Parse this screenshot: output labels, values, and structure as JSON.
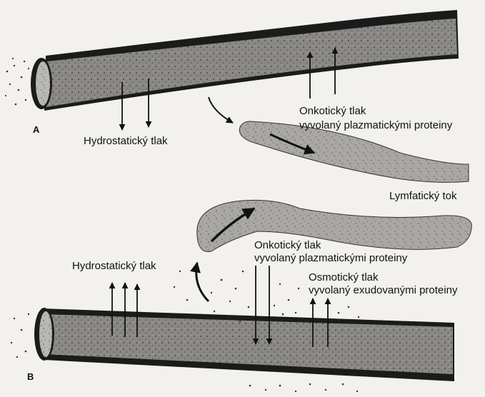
{
  "panel_a": {
    "letter": "A",
    "hydrostatic": "Hydrostatický tlak",
    "oncotic_line1": "Onkotický tlak",
    "oncotic_line2": "vyvolaný plazmatickými proteiny"
  },
  "lymph_label": "Lymfatický tok",
  "panel_b": {
    "letter": "B",
    "hydrostatic": "Hydrostatický tlak",
    "oncotic_line1": "Onkotický tlak",
    "oncotic_line2": "vyvolaný plazmatickými proteiny",
    "osmotic_line1": "Osmotický tlak",
    "osmotic_line2": "vyvolaný exudovanými proteiny"
  },
  "colors": {
    "vessel_fill": "#8a8885",
    "vessel_wall": "#1b1b1b",
    "lymph_fill": "#a9a7a3",
    "paper": "#f2f1ee"
  }
}
